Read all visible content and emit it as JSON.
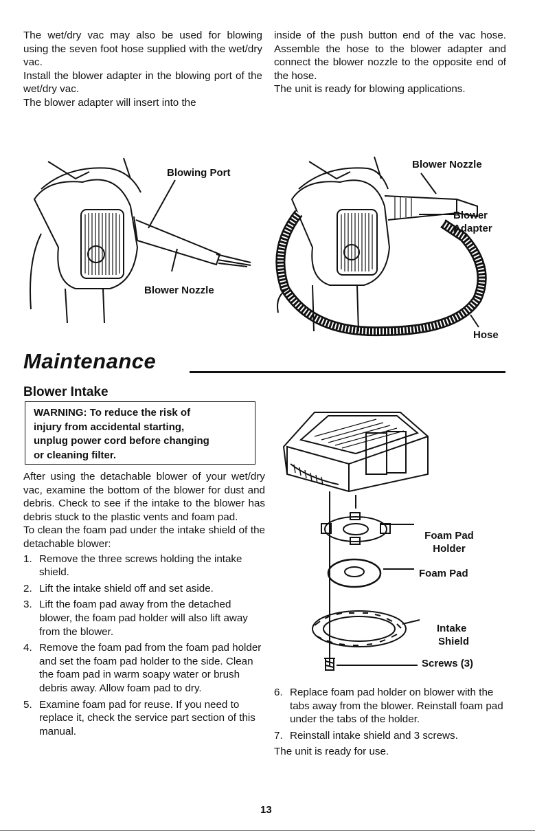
{
  "intro": {
    "left_paragraphs": [
      "The wet/dry vac may also be used for blowing using the seven foot hose supplied with the wet/dry vac.",
      "Install the blower adapter in the blowing port of the wet/dry vac.",
      "The blower adapter will insert into the"
    ],
    "right_paragraphs": [
      "inside of the push button end of the vac hose. Assemble the hose to the blower adapter and connect the blower nozzle to the opposite end of the hose.",
      "The unit is ready for blowing applications."
    ]
  },
  "figure_left": {
    "label_blowing_port": "Blowing Port",
    "label_blower_nozzle": "Blower Nozzle"
  },
  "figure_right": {
    "label_blower_nozzle": "Blower Nozzle",
    "label_blower_adapter_1": "Blower",
    "label_blower_adapter_2": "Adapter",
    "label_hose": "Hose"
  },
  "section": {
    "title": "Maintenance",
    "subtitle": "Blower Intake",
    "warning_lines": [
      "WARNING: To reduce the risk of",
      "injury from accidental starting,",
      "unplug power cord before changing",
      "or cleaning filter."
    ],
    "para1": "After using the detachable blower of your wet/dry vac, examine the bottom of the blower for dust and debris. Check to see if the intake to the blower has debris stuck to the plastic vents and foam pad.",
    "para2": "To clean the foam pad under the intake shield of the detachable blower:",
    "steps_left": [
      {
        "num": "1.",
        "text": "Remove the three screws holding the intake shield."
      },
      {
        "num": "2.",
        "text": "Lift the intake shield off and set aside."
      },
      {
        "num": "3.",
        "text": "Lift the foam pad away from the detached blower, the foam pad holder will also lift away from the blower."
      },
      {
        "num": "4.",
        "text": "Remove the foam pad from the foam pad holder and set the foam pad holder to the side. Clean the foam pad in warm soapy water or brush debris away. Allow foam pad to dry."
      },
      {
        "num": "5.",
        "text": "Examine foam pad for reuse. If you need to replace it, check the service part section of this manual."
      }
    ],
    "steps_right": [
      {
        "num": "6.",
        "text": "Replace foam pad holder on blower with the tabs away from the blower. Reinstall foam pad under the tabs of the holder."
      },
      {
        "num": "7.",
        "text": "Reinstall intake shield and 3 screws."
      }
    ],
    "closing": "The unit is ready for use."
  },
  "figure_parts": {
    "foam_pad_holder_1": "Foam Pad",
    "foam_pad_holder_2": "Holder",
    "foam_pad": "Foam Pad",
    "intake_shield_1": "Intake",
    "intake_shield_2": "Shield",
    "screws": "Screws (3)"
  },
  "page_number": "13"
}
